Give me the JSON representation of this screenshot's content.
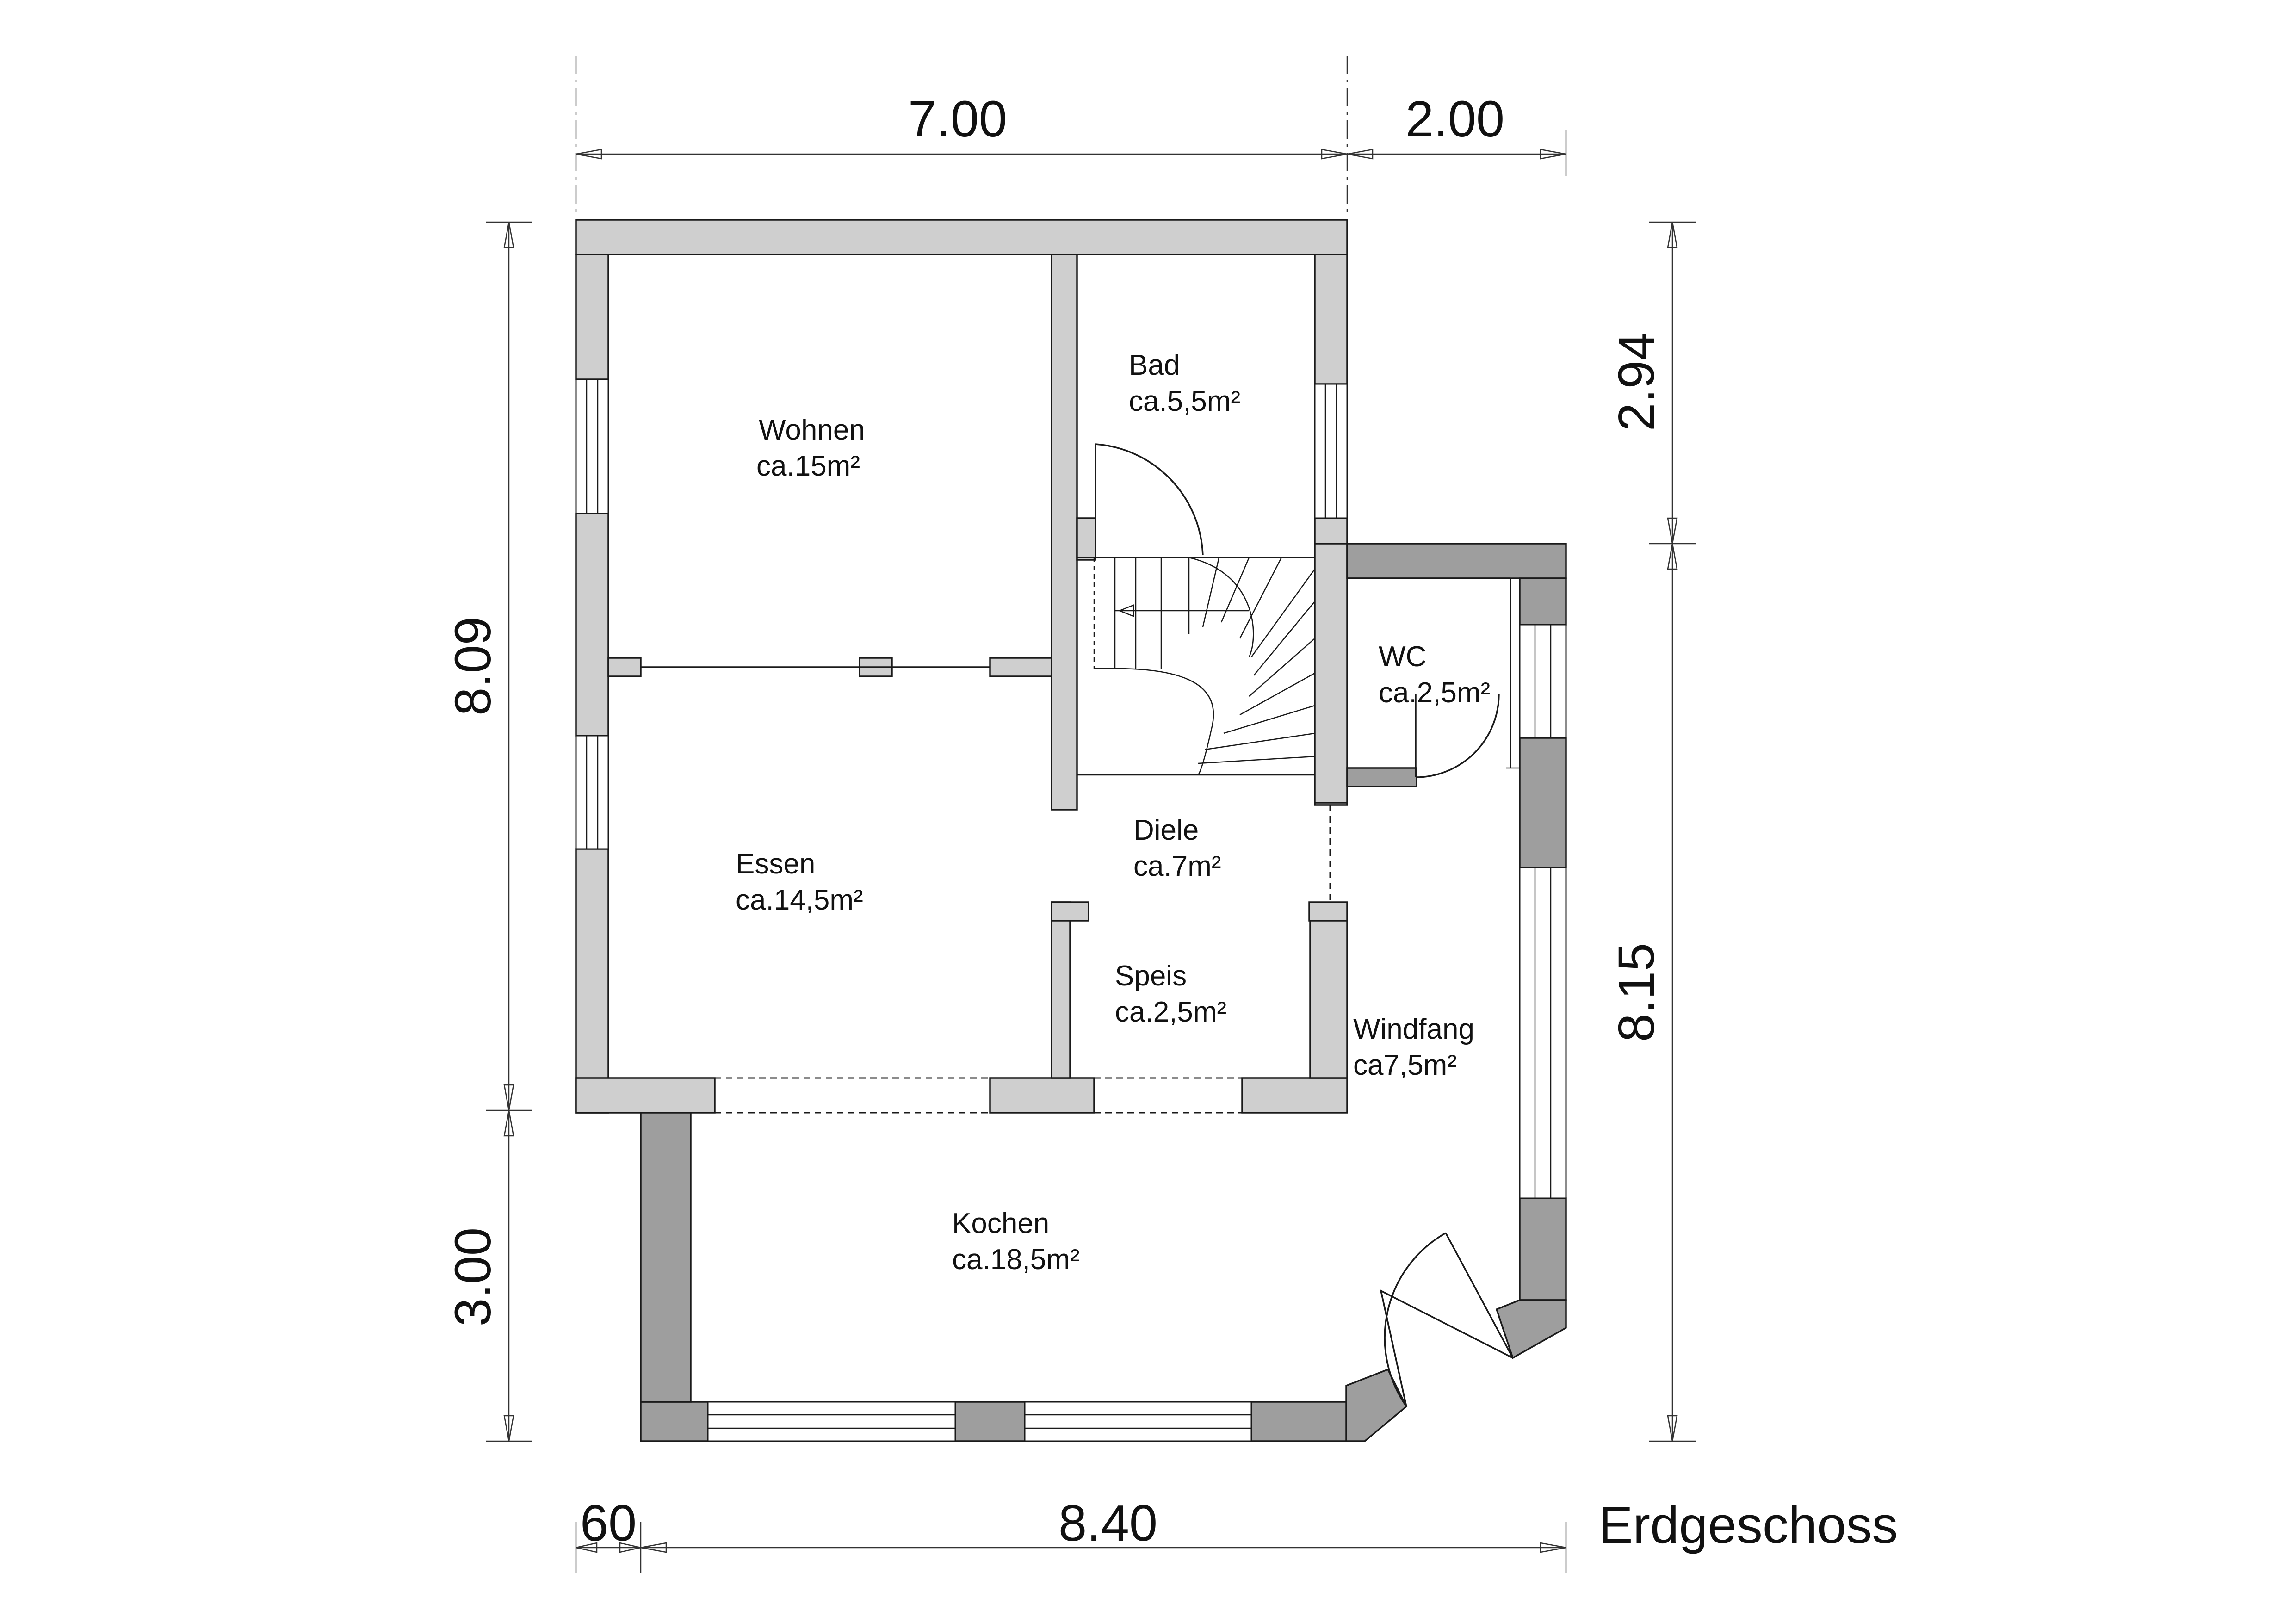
{
  "title": "Erdgeschoss",
  "rooms": {
    "wohnen": {
      "name": "Wohnen",
      "area": "ca.15m²"
    },
    "bad": {
      "name": "Bad",
      "area": "ca.5,5m²"
    },
    "wc": {
      "name": "WC",
      "area": "ca.2,5m²"
    },
    "diele": {
      "name": "Diele",
      "area": "ca.7m²"
    },
    "essen": {
      "name": "Essen",
      "area": "ca.14,5m²"
    },
    "speis": {
      "name": "Speis",
      "area": "ca.2,5m²"
    },
    "windfang": {
      "name": "Windfang",
      "area": "ca7,5m²"
    },
    "kochen": {
      "name": "Kochen",
      "area": "ca.18,5m²"
    }
  },
  "dimensions": {
    "top_main": "7.00",
    "top_extra": "2.00",
    "left_main": "8.09",
    "left_lower": "3.00",
    "right_upper": "2.94",
    "right_main": "8.15",
    "bottom_small": "60",
    "bottom_main": "8.40"
  },
  "colors": {
    "existing_wall": "#cfcfcf",
    "new_wall": "#9e9e9e"
  }
}
